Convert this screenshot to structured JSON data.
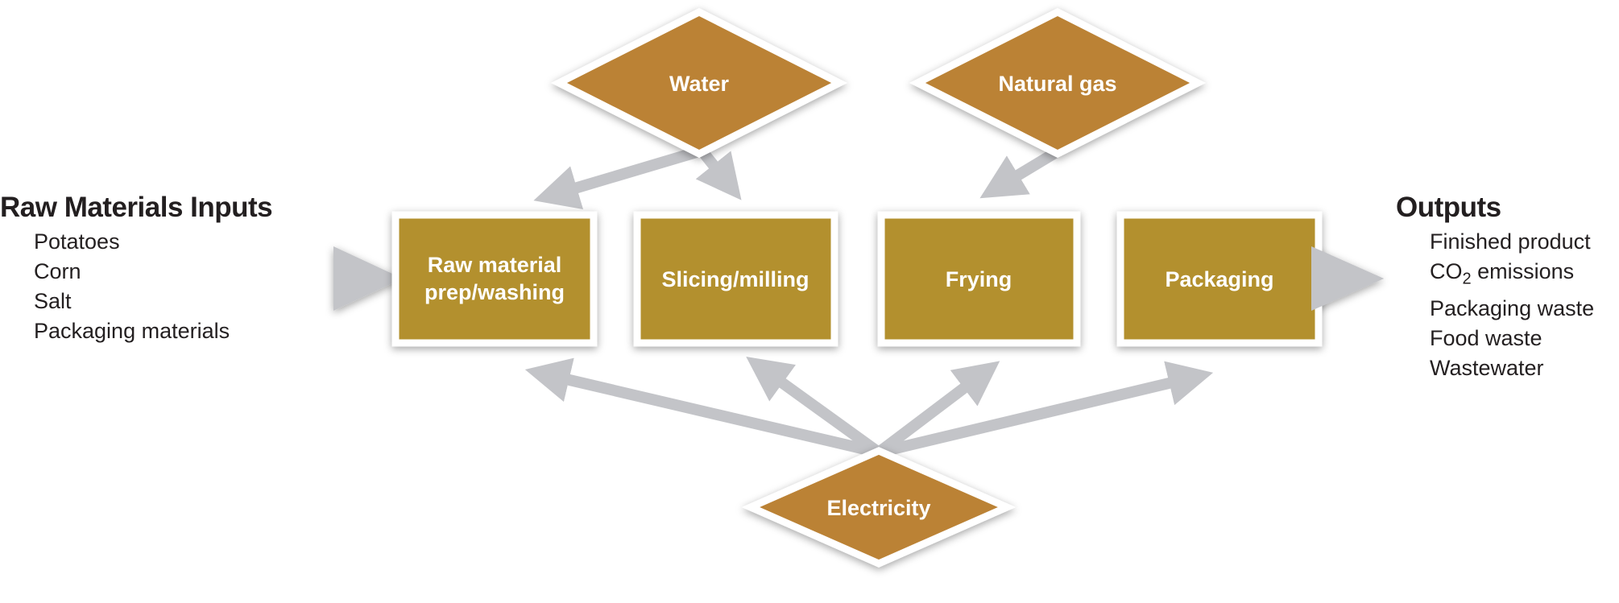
{
  "inputs": {
    "heading": "Raw Materials Inputs",
    "items": [
      "Potatoes",
      "Corn",
      "Salt",
      "Packaging materials"
    ]
  },
  "outputs": {
    "heading": "Outputs",
    "items": [
      "Finished product",
      "Packaging waste",
      "Food waste",
      "Wastewater"
    ],
    "co2": {
      "main": "CO",
      "sub": "2",
      "rest": " emissions"
    }
  },
  "resources": {
    "water": "Water",
    "natural_gas": "Natural gas",
    "electricity": "Electricity"
  },
  "steps": {
    "raw_prep_line1": "Raw material",
    "raw_prep_line2": "prep/washing",
    "slicing": "Slicing/milling",
    "frying": "Frying",
    "packaging": "Packaging"
  },
  "colors": {
    "diamond_fill": "#bb8236",
    "box_fill": "#b3902f",
    "arrow": "#c3c4c8"
  }
}
